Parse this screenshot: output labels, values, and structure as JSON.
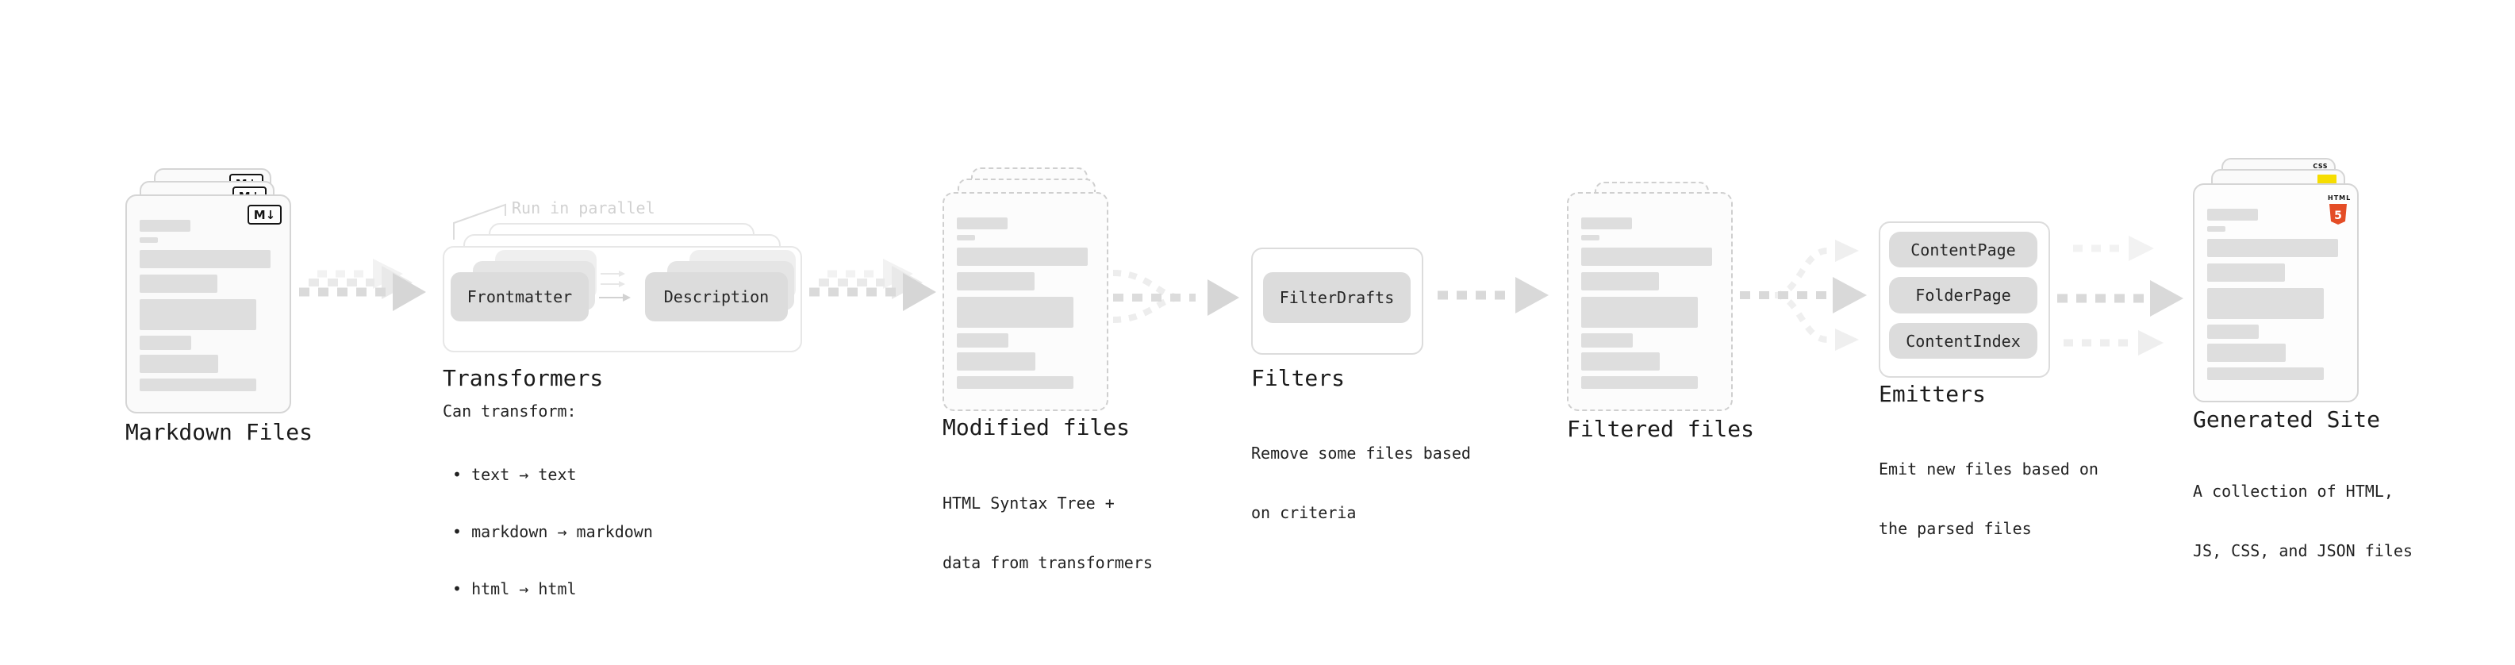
{
  "stages": {
    "markdown_files": {
      "title": "Markdown Files",
      "badge": "M↓"
    },
    "transformers": {
      "title": "Transformers",
      "note": "Run in parallel",
      "box_front": "Frontmatter",
      "box_back": "Description",
      "heading": "Can transform:",
      "bullets": [
        "• text → text",
        "• markdown → markdown",
        "• html → html"
      ]
    },
    "modified_files": {
      "title": "Modified files",
      "subtitle": [
        "HTML Syntax Tree +",
        "data from transformers"
      ]
    },
    "filters": {
      "title": "Filters",
      "box": "FilterDrafts",
      "subtitle": [
        "Remove some files based",
        "on criteria"
      ]
    },
    "filtered_files": {
      "title": "Filtered files"
    },
    "emitters": {
      "title": "Emitters",
      "boxes": [
        "ContentPage",
        "FolderPage",
        "ContentIndex"
      ],
      "subtitle": [
        "Emit new files based on",
        "the parsed files"
      ]
    },
    "generated_site": {
      "title": "Generated Site",
      "subtitle": [
        "A collection of HTML,",
        "JS, CSS, and JSON files"
      ],
      "badges": {
        "css": "CSS",
        "html_label": "HTML",
        "html_number": "5"
      }
    }
  },
  "colors": {
    "html5_orange": "#e44d26",
    "js_badge_css": "background:#f6dd00",
    "css_badge_css": "border-bottom:3px solid #3567f0"
  }
}
